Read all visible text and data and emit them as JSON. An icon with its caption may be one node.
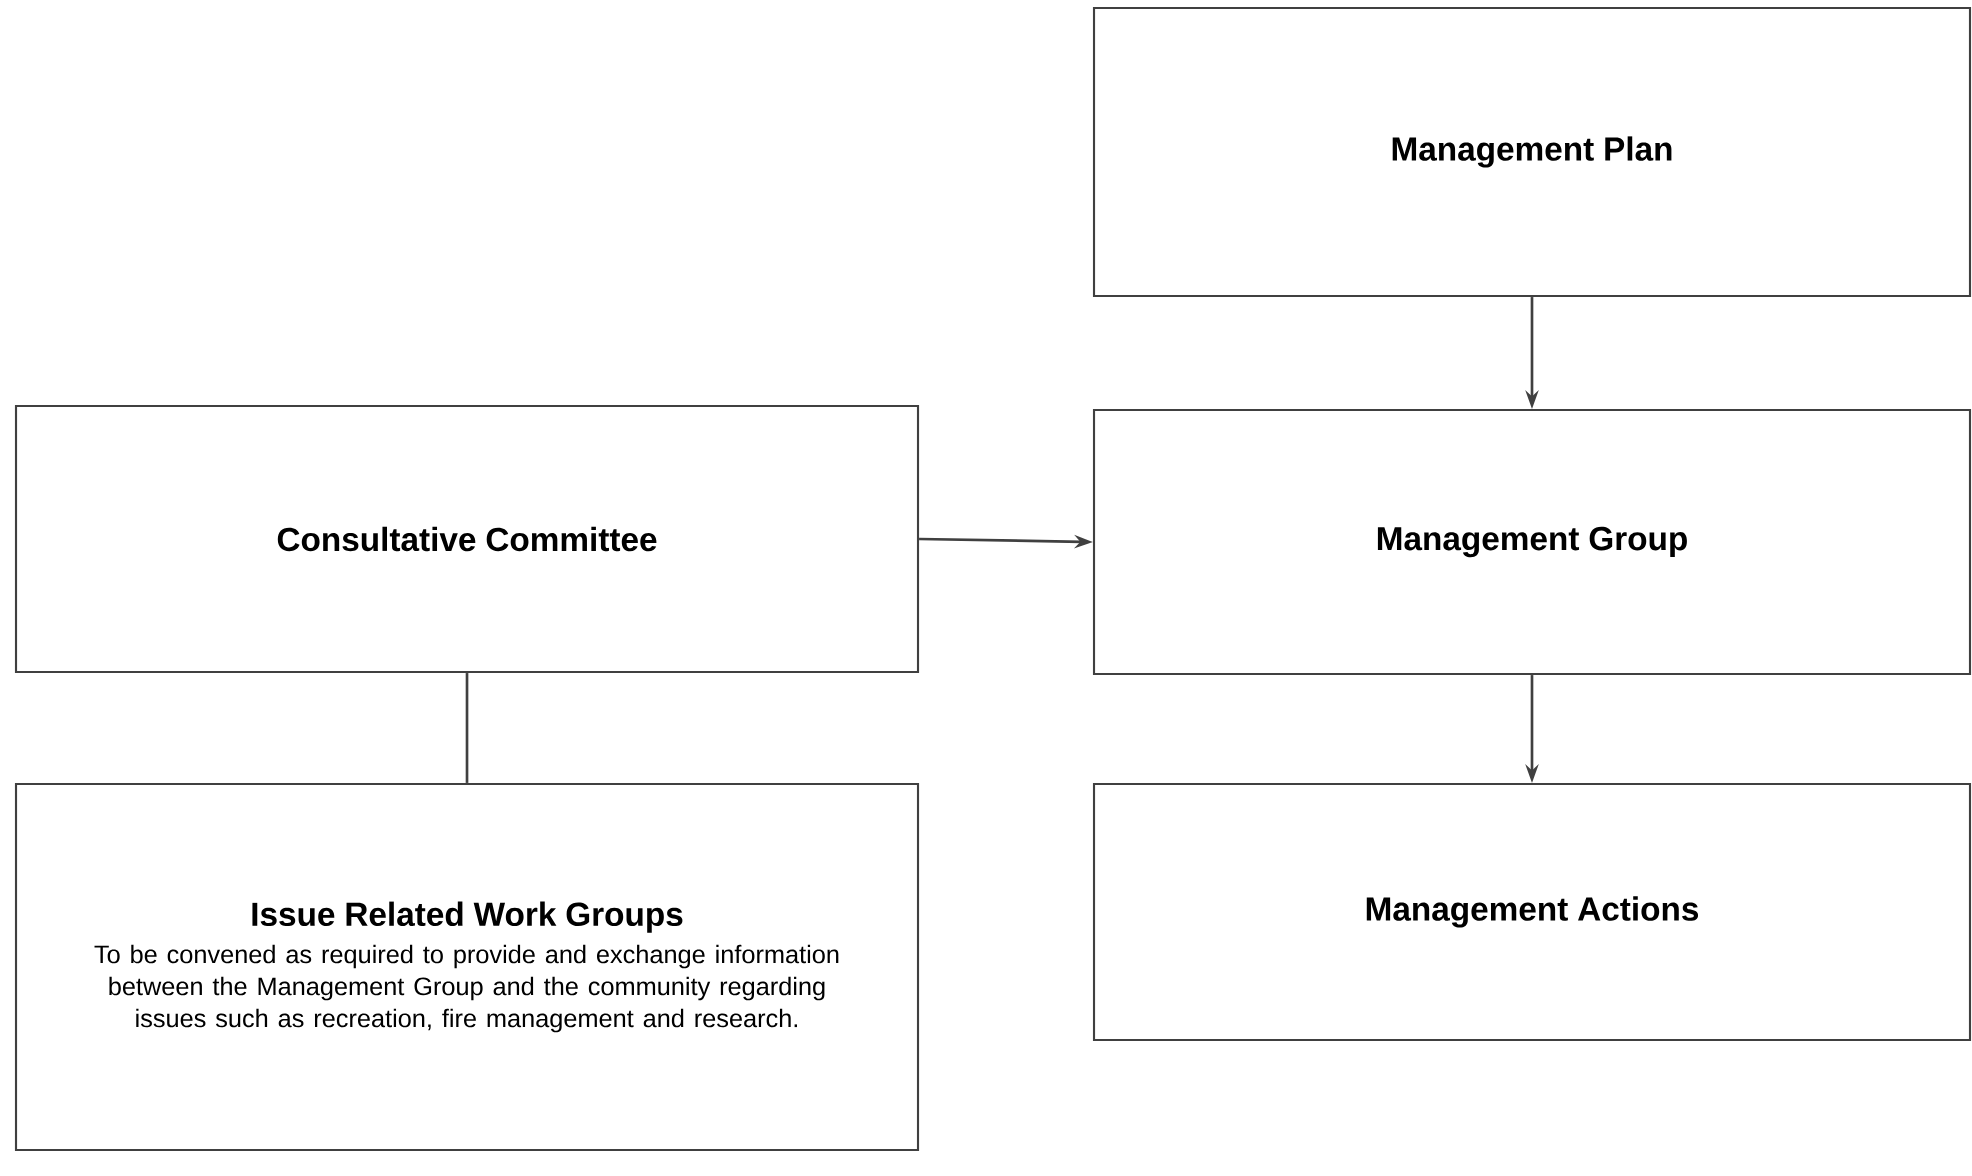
{
  "diagram": {
    "nodes": [
      {
        "text": [
          "Management Plan"
        ]
      },
      {
        "text": [
          "Consultative Committee"
        ]
      },
      {
        "text": [
          "Management Group"
        ]
      },
      {
        "text": [
          "Issue Related Work Groups",
          "To be convened as required to provide and exchange information between the Management Group and the community regarding issues such as recreation, fire management and research."
        ]
      },
      {
        "text": [
          "Management Actions"
        ]
      }
    ],
    "edges": [
      {
        "from": 0,
        "to": 2,
        "arrow": "to"
      },
      {
        "from": 1,
        "to": 2,
        "arrow": "to"
      },
      {
        "from": 1,
        "to": 3,
        "arrow": "none"
      },
      {
        "from": 2,
        "to": 4,
        "arrow": "to"
      }
    ]
  }
}
